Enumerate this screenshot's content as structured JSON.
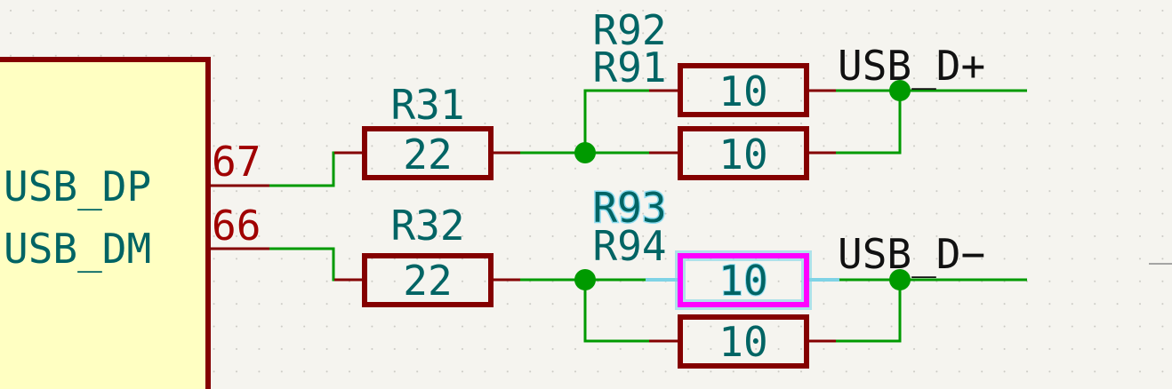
{
  "ic": {
    "pins": [
      {
        "name": "USB_DP",
        "number": "67"
      },
      {
        "name": "USB_DM",
        "number": "66"
      }
    ]
  },
  "resistors": [
    {
      "ref": "R31",
      "value": "22"
    },
    {
      "ref": "R32",
      "value": "22"
    },
    {
      "ref": "R91",
      "value": "10"
    },
    {
      "ref": "R92",
      "value": "10"
    },
    {
      "ref": "R93",
      "value": "10",
      "selected": true
    },
    {
      "ref": "R94",
      "value": "10"
    }
  ],
  "net_labels": {
    "dplus": "USB_D+",
    "dminus": "USB_D−"
  },
  "colors": {
    "background": "#f5f4ef",
    "ic_fill": "#ffffc2",
    "ic_border": "#840000",
    "wire": "#009a00",
    "resistor": "#840000",
    "selection": "#ff00ff",
    "reference_text": "#006464",
    "pin_number_text": "#a00000",
    "net_label_text": "#111111"
  }
}
